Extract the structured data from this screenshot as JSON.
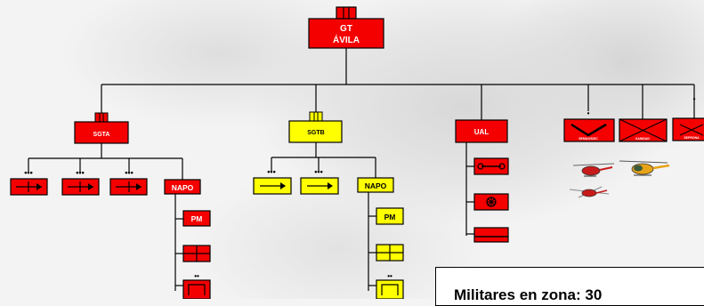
{
  "hq": {
    "line1": "GT",
    "line2": "ÁVILA"
  },
  "sgta": {
    "label": "SGTA"
  },
  "sgtb": {
    "label": "SGTB"
  },
  "ual": {
    "label": "UAL"
  },
  "napo_a": {
    "label": "NAPO",
    "pm": "PM"
  },
  "napo_b": {
    "label": "NAPO",
    "pm": "PM"
  },
  "air_units": {
    "a": "SEMAS/S/SC",
    "b": "SANIDAD",
    "c": "SEPRONA"
  },
  "echelon_marks": {
    "platoon": "•••",
    "squad": "••",
    "team": "•"
  },
  "info": {
    "text": "Militares en zona: 30"
  },
  "colors": {
    "red_unit": "#f40000",
    "yellow_unit": "#ffff00",
    "line": "#000000"
  },
  "icons": [
    "helicopter-icon",
    "wrench-icon",
    "medical-icon",
    "arrow-right-icon",
    "cross-icon",
    "bracket-icon"
  ]
}
